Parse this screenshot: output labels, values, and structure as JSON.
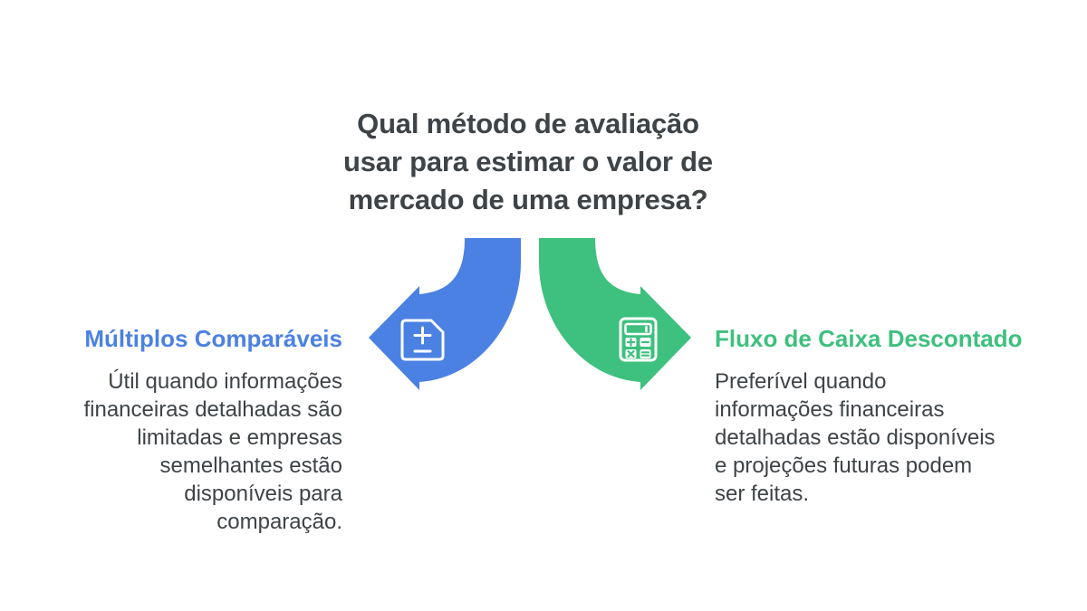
{
  "title": {
    "text": "Qual método de avaliação\nusar para estimar o valor de\nmercado de uma empresa?"
  },
  "colors": {
    "blue": "#4b81e3",
    "green": "#3ec07e",
    "text": "#3e4347",
    "background": "#ffffff",
    "icon_stroke": "#ffffff"
  },
  "branches": {
    "left": {
      "heading": "Múltiplos Comparáveis",
      "body": "Útil quando informações\nfinanceiras detalhadas são\nlimitadas e empresas\nsemelhantes estão\ndisponíveis para\ncomparação.",
      "icon": "plus-minus-document-icon",
      "arrow_direction": "left",
      "accent_color": "#4b81e3"
    },
    "right": {
      "heading": "Fluxo de Caixa Descontado",
      "body": "Preferível quando\ninformações financeiras\ndetalhadas estão disponíveis\ne projeções futuras podem\nser feitas.",
      "icon": "calculator-icon",
      "arrow_direction": "right",
      "accent_color": "#3ec07e"
    }
  }
}
